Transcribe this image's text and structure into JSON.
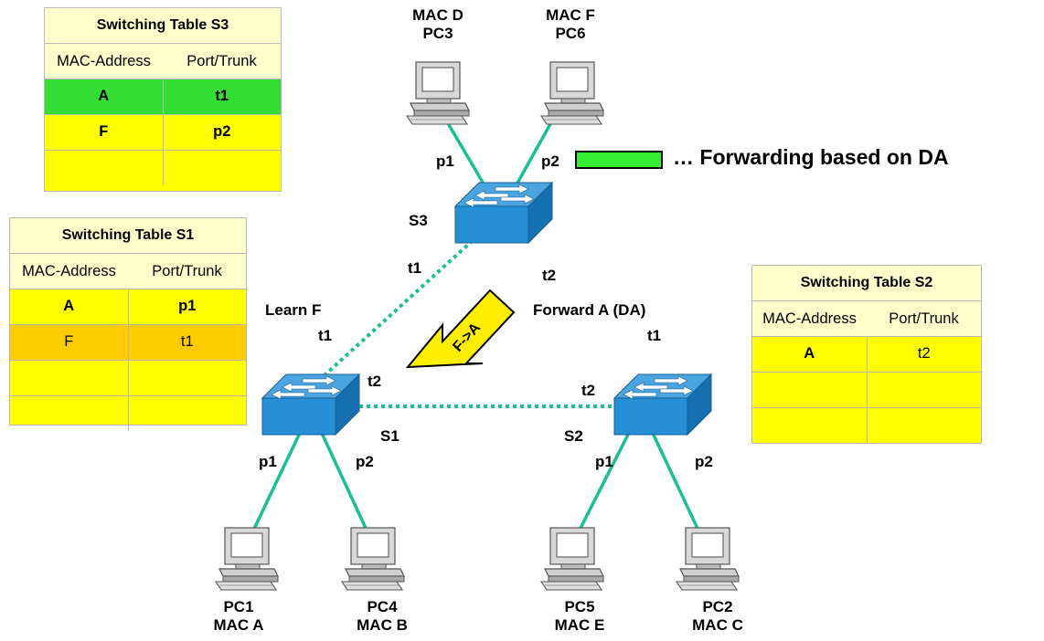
{
  "colors": {
    "link": "#1bbf94",
    "trunk": "#1bbf94",
    "table_fill": "#ffff00",
    "table_header": "#ffffcc",
    "learned_row": "#ffcc00",
    "forward_row": "#33dd33",
    "switch_top": "#4aa4df",
    "switch_side": "#1a7fc4",
    "arrow_fill": "#ffee00"
  },
  "tables": {
    "s3": {
      "title": "Switching Table S3",
      "col_mac": "MAC-Address",
      "col_port": "Port/Trunk",
      "rows": [
        {
          "mac": "A",
          "port": "t1",
          "highlight": "forward"
        },
        {
          "mac": "F",
          "port": "p2",
          "highlight": "none"
        },
        {
          "mac": "",
          "port": "",
          "highlight": "none"
        }
      ]
    },
    "s1": {
      "title": "Switching Table S1",
      "col_mac": "MAC-Address",
      "col_port": "Port/Trunk",
      "rows": [
        {
          "mac": "A",
          "port": "p1",
          "highlight": "none"
        },
        {
          "mac": "F",
          "port": "t1",
          "highlight": "learned"
        },
        {
          "mac": "",
          "port": "",
          "highlight": "none"
        },
        {
          "mac": "",
          "port": "",
          "highlight": "none"
        }
      ]
    },
    "s2": {
      "title": "Switching Table S2",
      "col_mac": "MAC-Address",
      "col_port": "Port/Trunk",
      "rows": [
        {
          "mac": "A",
          "port": "t2",
          "highlight": "none"
        },
        {
          "mac": "",
          "port": "",
          "highlight": "none"
        },
        {
          "mac": "",
          "port": "",
          "highlight": "none"
        }
      ]
    }
  },
  "pcs": {
    "pc3": {
      "line1": "MAC D",
      "line2": "PC3"
    },
    "pc6": {
      "line1": "MAC F",
      "line2": "PC6"
    },
    "pc1": {
      "line1": "PC1",
      "line2": "MAC A"
    },
    "pc4": {
      "line1": "PC4",
      "line2": "MAC B"
    },
    "pc5": {
      "line1": "PC5",
      "line2": "MAC E"
    },
    "pc2": {
      "line1": "PC2",
      "line2": "MAC C"
    }
  },
  "switches": {
    "s1": "S1",
    "s2": "S2",
    "s3": "S3"
  },
  "ports": {
    "s3_p1": "p1",
    "s3_p2": "p2",
    "s3_t1": "t1",
    "s3_t2": "t2",
    "s1_t1": "t1",
    "s1_t2": "t2",
    "s1_p1": "p1",
    "s1_p2": "p2",
    "s2_t1": "t1",
    "s2_t2": "t2",
    "s2_p1": "p1",
    "s2_p2": "p2"
  },
  "annotations": {
    "learn": "Learn F",
    "forward": "Forward A (DA)",
    "arrow": "F->A",
    "legend": "… Forwarding  based on DA"
  },
  "icons": {
    "pc": "desktop-computer-icon",
    "switch": "network-switch-icon"
  }
}
